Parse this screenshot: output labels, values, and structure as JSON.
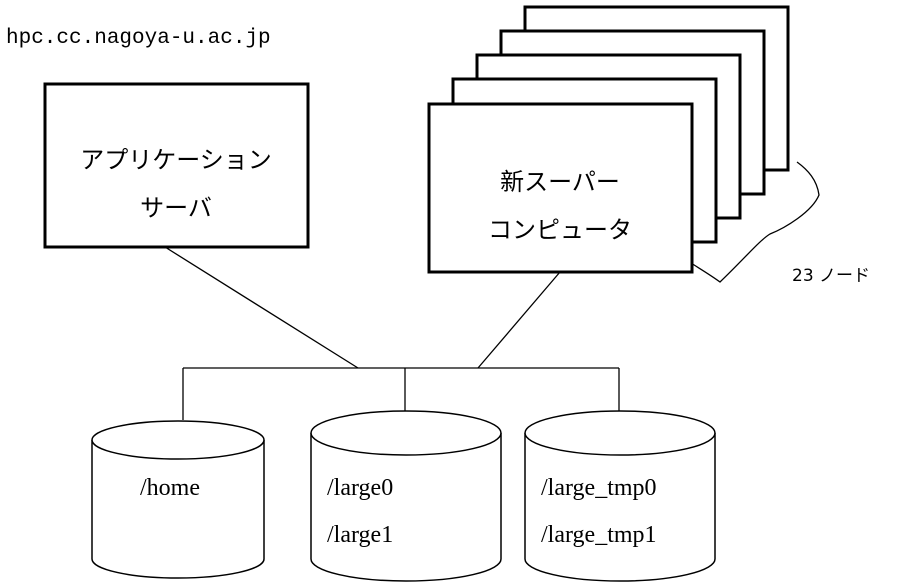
{
  "hostname": "hpc.cc.nagoya-u.ac.jp",
  "app_server": {
    "line1": "アプリケーション",
    "line2": "サーバ"
  },
  "supercomputer": {
    "line1": "新スーパー",
    "line2": "コンピュータ",
    "node_label": "23 ノード"
  },
  "storage": [
    {
      "lines": [
        "/home"
      ]
    },
    {
      "lines": [
        "/large0",
        "/large1"
      ]
    },
    {
      "lines": [
        "/large_tmp0",
        "/large_tmp1"
      ]
    }
  ]
}
